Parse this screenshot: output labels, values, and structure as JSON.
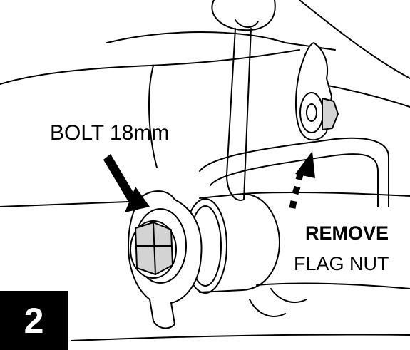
{
  "callouts": {
    "bolt": "BOLT 18mm",
    "remove": "REMOVE",
    "flag_nut": "FLAG NUT"
  },
  "step": {
    "number": "2"
  },
  "colors": {
    "line": "#000000",
    "metal_shade": "#d3d3d3",
    "badge_bg": "#000000",
    "badge_text": "#ffffff"
  }
}
